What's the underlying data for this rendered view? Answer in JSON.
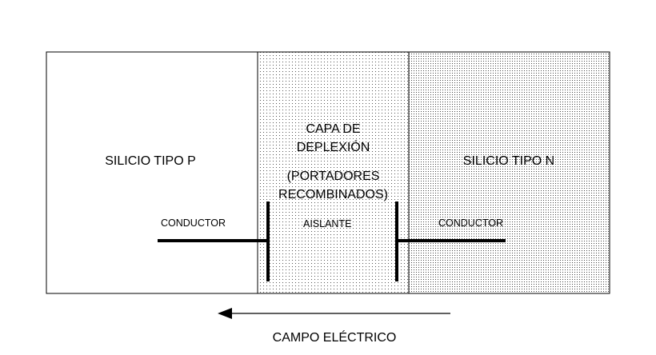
{
  "regions": {
    "p_type": "SILICIO TIPO P",
    "depletion_title_line1": "CAPA DE",
    "depletion_title_line2": "DEPLEXIÓN",
    "depletion_note_line1": "(PORTADORES",
    "depletion_note_line2": "RECOMBINADOS)",
    "n_type": "SILICIO TIPO N"
  },
  "capacitor": {
    "left_plate_label": "CONDUCTOR",
    "dielectric_label": "AISLANTE",
    "right_plate_label": "CONDUCTOR"
  },
  "field": {
    "label": "CAMPO ELÉCTRICO",
    "direction": "left",
    "arrow_icon": "arrow-left-icon"
  },
  "colors": {
    "line": "#000000",
    "background": "#ffffff"
  }
}
